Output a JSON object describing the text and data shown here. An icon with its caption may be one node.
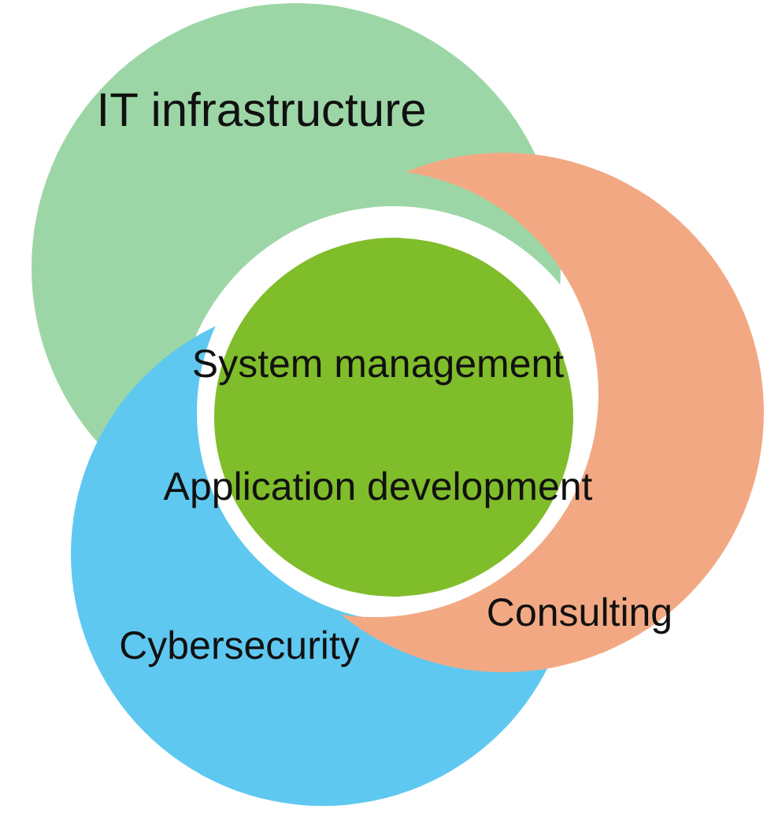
{
  "diagram": {
    "nodes": [
      {
        "text": [
          "IT infrastructure"
        ]
      },
      {
        "text": [
          "Consulting"
        ]
      },
      {
        "text": [
          "Cybersecurity"
        ]
      },
      {
        "text": [
          "System management",
          "Application development"
        ]
      }
    ]
  }
}
